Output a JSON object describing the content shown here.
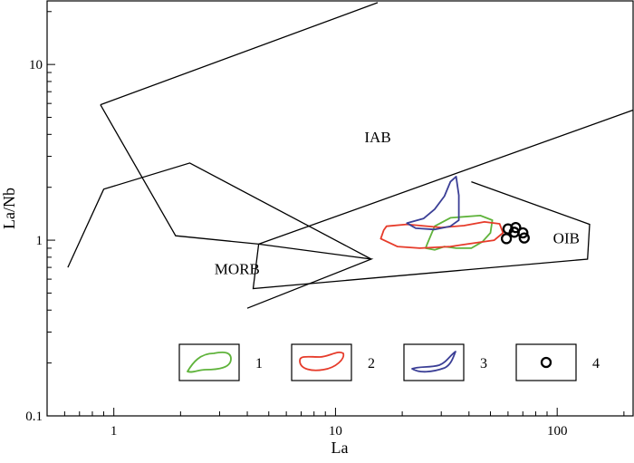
{
  "chart_data": {
    "type": "scatter",
    "xlabel": "La",
    "ylabel": "La/Nb",
    "x_scale": "log",
    "y_scale": "log",
    "xlim": [
      0.5,
      220
    ],
    "ylim": [
      0.1,
      23
    ],
    "x_ticks": [
      {
        "value": 1,
        "label": "1"
      },
      {
        "value": 10,
        "label": "10"
      },
      {
        "value": 100,
        "label": "100"
      }
    ],
    "y_ticks": [
      {
        "value": 0.1,
        "label": "0.1"
      },
      {
        "value": 1,
        "label": "1"
      },
      {
        "value": 10,
        "label": "10"
      }
    ],
    "grid": false,
    "field_lines": [
      {
        "name": "IAB",
        "points": [
          [
            0.87,
            5.9
          ],
          [
            1.9,
            1.06
          ],
          [
            4.5,
            0.95
          ],
          [
            14.5,
            0.78
          ],
          [
            4.0,
            0.41
          ]
        ]
      },
      {
        "name": "IAB",
        "points": [
          [
            0.87,
            5.9
          ],
          [
            15.5,
            22.5
          ]
        ]
      },
      {
        "name": "IAB",
        "points": [
          [
            4.5,
            0.95
          ],
          [
            220,
            5.5
          ]
        ]
      },
      {
        "name": "MORB",
        "points": [
          [
            0.62,
            0.7
          ],
          [
            0.9,
            1.95
          ],
          [
            2.2,
            2.75
          ],
          [
            14.5,
            0.78
          ]
        ]
      },
      {
        "name": "OIB",
        "points": [
          [
            41,
            2.15
          ],
          [
            140,
            1.23
          ],
          [
            137,
            0.78
          ],
          [
            4.25,
            0.53
          ],
          [
            4.5,
            0.95
          ]
        ]
      }
    ],
    "region_labels": [
      {
        "text": "IAB",
        "x": 15.5,
        "y": 3.6
      },
      {
        "text": "MORB",
        "x": 3.6,
        "y": 0.64
      },
      {
        "text": "OIB",
        "x": 110,
        "y": 0.96
      }
    ],
    "envelopes": [
      {
        "legend": "1",
        "color": "#5fb33b",
        "points": [
          [
            26,
            0.96
          ],
          [
            28,
            1.2
          ],
          [
            33,
            1.34
          ],
          [
            45,
            1.38
          ],
          [
            51,
            1.3
          ],
          [
            50,
            1.1
          ],
          [
            46,
            0.98
          ],
          [
            41,
            0.9
          ],
          [
            35,
            0.9
          ],
          [
            31,
            0.92
          ],
          [
            28,
            0.88
          ],
          [
            25.5,
            0.9
          ]
        ]
      },
      {
        "legend": "2",
        "color": "#e63b2a",
        "points": [
          [
            16.5,
            1.14
          ],
          [
            17,
            1.2
          ],
          [
            21,
            1.23
          ],
          [
            30,
            1.18
          ],
          [
            38,
            1.21
          ],
          [
            47,
            1.27
          ],
          [
            55,
            1.24
          ],
          [
            57,
            1.1
          ],
          [
            52,
            1.0
          ],
          [
            44,
            0.97
          ],
          [
            33,
            0.92
          ],
          [
            24,
            0.9
          ],
          [
            19,
            0.92
          ],
          [
            16,
            1.02
          ]
        ]
      },
      {
        "legend": "3",
        "color": "#3b3f96",
        "points": [
          [
            21,
            1.25
          ],
          [
            25,
            1.33
          ],
          [
            28,
            1.5
          ],
          [
            31,
            1.78
          ],
          [
            33,
            2.15
          ],
          [
            35,
            2.3
          ],
          [
            36,
            1.8
          ],
          [
            36,
            1.3
          ],
          [
            33,
            1.2
          ],
          [
            28,
            1.15
          ],
          [
            23,
            1.17
          ]
        ]
      }
    ],
    "points": {
      "legend": "4",
      "marker": "circle-open",
      "color": "#000000",
      "x": [
        59,
        64,
        70,
        65,
        60,
        71
      ],
      "y": [
        1.02,
        1.11,
        1.1,
        1.18,
        1.16,
        1.03
      ]
    },
    "legend": {
      "placement": "bottom",
      "entries": [
        {
          "label": "1",
          "symbol": "envelope",
          "color": "#5fb33b"
        },
        {
          "label": "2",
          "symbol": "envelope",
          "color": "#e63b2a"
        },
        {
          "label": "3",
          "symbol": "envelope",
          "color": "#3b3f96"
        },
        {
          "label": "4",
          "symbol": "circle-open",
          "color": "#000000"
        }
      ]
    }
  }
}
